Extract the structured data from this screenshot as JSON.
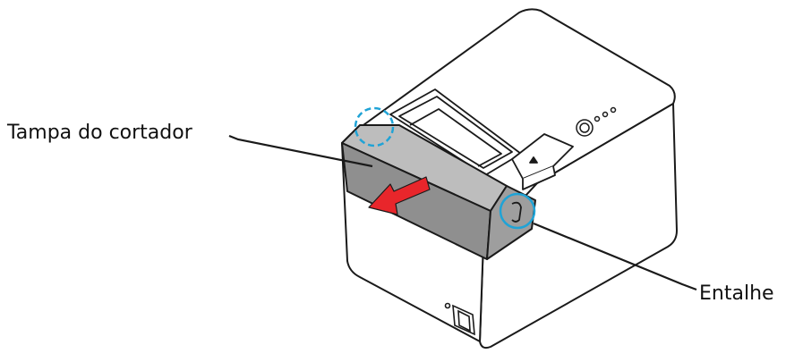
{
  "labels": {
    "cutter_cover": "Tampa do cortador",
    "notch": "Entalhe"
  },
  "colors": {
    "outline": "#1a1a1a",
    "body_fill": "#ffffff",
    "cover_fill": "#8f8f8f",
    "arrow_fill": "#e8262b",
    "highlight_circle": "#1fa3d6"
  },
  "icons": {
    "arrow": "red-pull-arrow",
    "highlight": "dashed-highlight-circle",
    "notch_marker": "solid-highlight-circle"
  }
}
